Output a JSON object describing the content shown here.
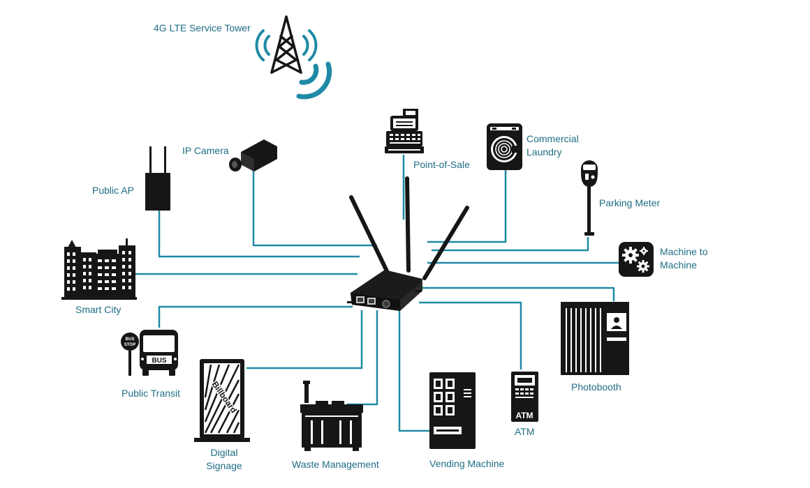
{
  "colors": {
    "line": "#1f8aa5",
    "label": "#1f6d84",
    "icon": "#161616",
    "signal": "#1f8aa5"
  },
  "nodes": {
    "tower": {
      "label": "4G LTE Service Tower",
      "icon": "radio-tower-icon"
    },
    "ip_camera": {
      "label": "IP Camera",
      "icon": "ip-camera-icon"
    },
    "public_ap": {
      "label": "Public AP",
      "icon": "access-point-icon"
    },
    "point_of_sale": {
      "label": "Point-of-Sale",
      "icon": "cash-register-icon"
    },
    "commercial_laundry": {
      "label_line1": "Commercial",
      "label_line2": "Laundry",
      "icon": "washing-machine-icon"
    },
    "parking_meter": {
      "label": "Parking Meter",
      "icon": "parking-meter-icon"
    },
    "machine_to_machine": {
      "label_line1": "Machine to",
      "label_line2": "Machine",
      "icon": "gears-icon"
    },
    "smart_city": {
      "label": "Smart City",
      "icon": "city-buildings-icon"
    },
    "public_transit": {
      "label": "Public Transit",
      "icon": "bus-icon",
      "bus_text": "BUS",
      "stop_line1": "BUS",
      "stop_line2": "STOP"
    },
    "digital_signage": {
      "label_line1": "Digital",
      "label_line2": "Signage",
      "icon": "billboard-icon",
      "sign_text": "Billboard"
    },
    "waste_management": {
      "label": "Waste Management",
      "icon": "dumpster-icon"
    },
    "vending_machine": {
      "label": "Vending Machine",
      "icon": "vending-machine-icon"
    },
    "atm": {
      "label": "ATM",
      "icon": "atm-icon",
      "screen_text": "ATM"
    },
    "photobooth": {
      "label": "Photobooth",
      "icon": "photobooth-icon"
    },
    "router": {
      "icon": "lte-router-icon"
    }
  }
}
